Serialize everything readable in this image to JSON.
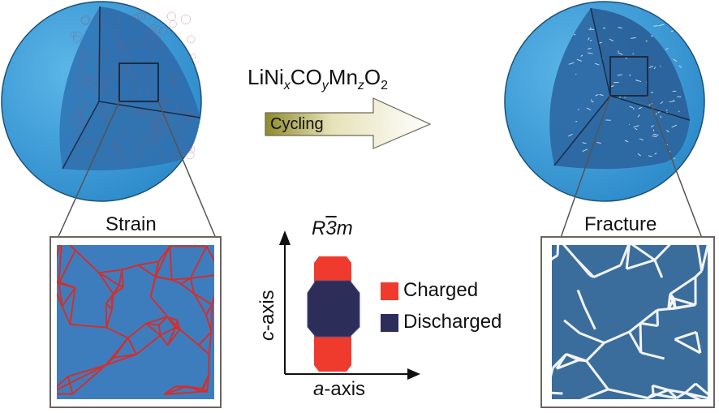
{
  "title": {
    "formula_parts": [
      {
        "text": "LiNi",
        "sub": "x",
        "sub_italic": true
      },
      {
        "text": "CO",
        "sub": "y",
        "sub_italic": true
      },
      {
        "text": "Mn",
        "sub": "z",
        "sub_italic": true
      },
      {
        "text": "O",
        "sub": "2",
        "sub_italic": false
      }
    ]
  },
  "arrow": {
    "label": "Cycling"
  },
  "left_panel": {
    "label": "Strain",
    "boundary_color": "#d0302f"
  },
  "right_panel": {
    "label": "Fracture",
    "crack_color": "#f2f4f6"
  },
  "phase_diagram": {
    "space_group": {
      "letter": "R",
      "digit": "3",
      "rest": "m"
    },
    "x_axis": {
      "prefix": "a",
      "suffix": "-axis"
    },
    "y_axis": {
      "prefix": "c",
      "suffix": "-axis"
    },
    "legend": [
      {
        "label": "Charged",
        "color": "#ee3b2e"
      },
      {
        "label": "Discharged",
        "color": "#2d2d5a"
      }
    ]
  },
  "colors": {
    "sphere": "#3f9fd8",
    "sphere_cut": "#2f6ea8",
    "grain": "#3e7dbd"
  }
}
